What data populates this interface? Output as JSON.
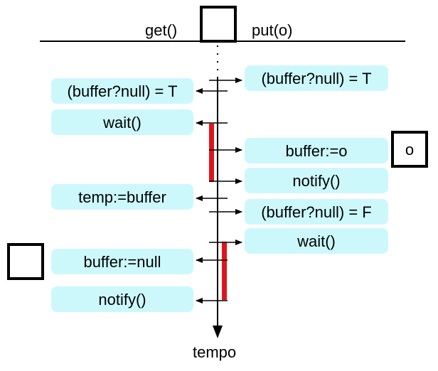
{
  "header": {
    "get_label": "get()",
    "put_label": "put(o)"
  },
  "time_axis": {
    "label": "tempo"
  },
  "left_steps": [
    {
      "label": "(buffer?null) = T"
    },
    {
      "label": "wait()"
    },
    {
      "label": "temp:=buffer"
    },
    {
      "label": "buffer:=null"
    },
    {
      "label": "notify()"
    }
  ],
  "right_steps": [
    {
      "label": "(buffer?null) = T"
    },
    {
      "label": "buffer:=o"
    },
    {
      "label": "notify()"
    },
    {
      "label": "(buffer?null) = F"
    },
    {
      "label": "wait()"
    }
  ],
  "tokens": {
    "object_label": "o"
  },
  "colors": {
    "box_fill": "#ccf8fc",
    "wait_bar": "#e0141c",
    "line": "#000000"
  }
}
